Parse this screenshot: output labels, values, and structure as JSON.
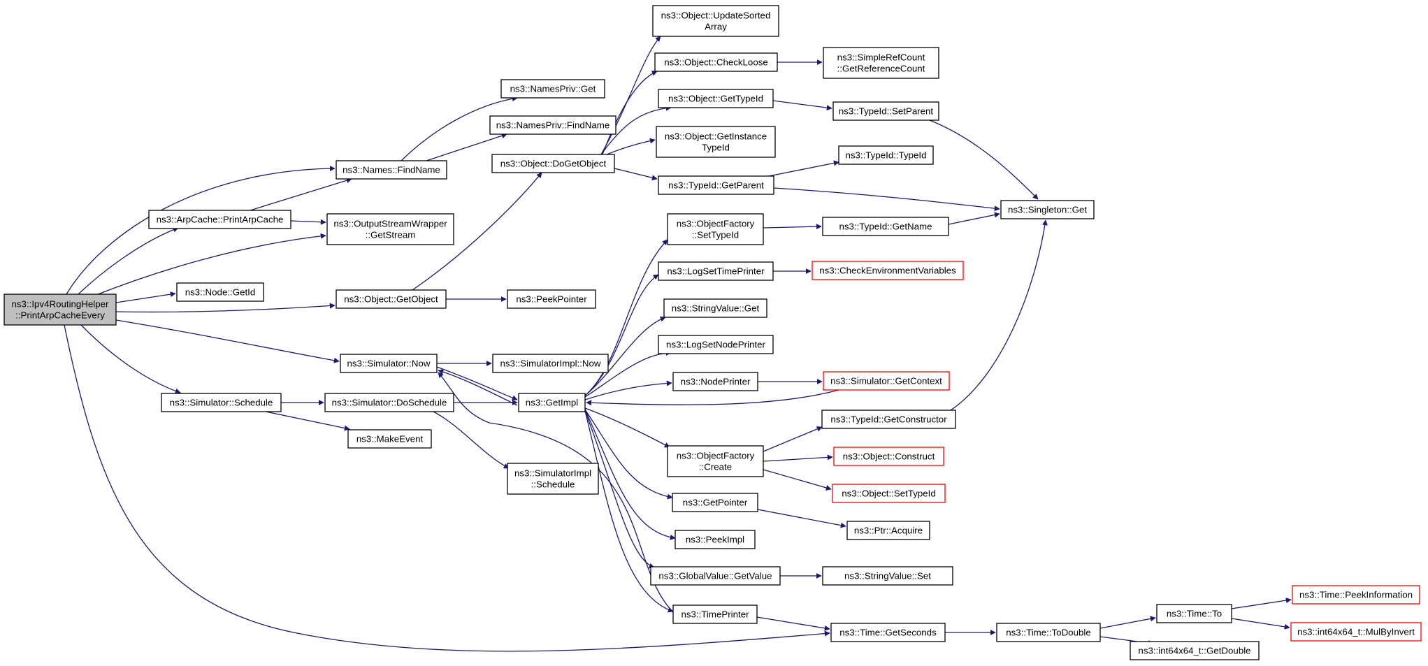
{
  "diagram": {
    "type": "call-graph",
    "colors": {
      "edge": "#191970",
      "box_border": "#000000",
      "truncated_border": "#ff0000",
      "root_fill": "#bfbfbf",
      "background": "#ffffff"
    },
    "nodes": [
      {
        "id": "root",
        "lines": [
          "ns3::Ipv4RoutingHelper",
          "::PrintArpCacheEvery"
        ],
        "root": true
      },
      {
        "id": "namesFind",
        "lines": [
          "ns3::Names::FindName"
        ]
      },
      {
        "id": "arpPrint",
        "lines": [
          "ns3::ArpCache::PrintArpCache"
        ]
      },
      {
        "id": "osw",
        "lines": [
          "ns3::OutputStreamWrapper",
          "::GetStream"
        ]
      },
      {
        "id": "nodeGetId",
        "lines": [
          "ns3::Node::GetId"
        ]
      },
      {
        "id": "objGetObject",
        "lines": [
          "ns3::Object::GetObject"
        ]
      },
      {
        "id": "simNow",
        "lines": [
          "ns3::Simulator::Now"
        ]
      },
      {
        "id": "simSchedule",
        "lines": [
          "ns3::Simulator::Schedule"
        ]
      },
      {
        "id": "simDoSchedule",
        "lines": [
          "ns3::Simulator::DoSchedule"
        ]
      },
      {
        "id": "makeEvent",
        "lines": [
          "ns3::MakeEvent"
        ]
      },
      {
        "id": "simImplSchedule",
        "lines": [
          "ns3::SimulatorImpl",
          "::Schedule"
        ]
      },
      {
        "id": "namesPrivGet",
        "lines": [
          "ns3::NamesPriv::Get"
        ]
      },
      {
        "id": "namesPrivFind",
        "lines": [
          "ns3::NamesPriv::FindName"
        ]
      },
      {
        "id": "doGetObject",
        "lines": [
          "ns3::Object::DoGetObject"
        ]
      },
      {
        "id": "peekPointer",
        "lines": [
          "ns3::PeekPointer"
        ]
      },
      {
        "id": "simImplNow",
        "lines": [
          "ns3::SimulatorImpl::Now"
        ]
      },
      {
        "id": "getImpl",
        "lines": [
          "ns3::GetImpl"
        ]
      },
      {
        "id": "updSorted",
        "lines": [
          "ns3::Object::UpdateSorted",
          "Array"
        ]
      },
      {
        "id": "checkLoose",
        "lines": [
          "ns3::Object::CheckLoose"
        ]
      },
      {
        "id": "objGetTypeId",
        "lines": [
          "ns3::Object::GetTypeId"
        ]
      },
      {
        "id": "getInstTid",
        "lines": [
          "ns3::Object::GetInstance",
          "TypeId"
        ]
      },
      {
        "id": "tidGetParent",
        "lines": [
          "ns3::TypeId::GetParent"
        ]
      },
      {
        "id": "ofSetTid",
        "lines": [
          "ns3::ObjectFactory",
          "::SetTypeId"
        ]
      },
      {
        "id": "logSetTime",
        "lines": [
          "ns3::LogSetTimePrinter"
        ]
      },
      {
        "id": "strValGet",
        "lines": [
          "ns3::StringValue::Get"
        ]
      },
      {
        "id": "logSetNode",
        "lines": [
          "ns3::LogSetNodePrinter"
        ]
      },
      {
        "id": "nodePrinter",
        "lines": [
          "ns3::NodePrinter"
        ]
      },
      {
        "id": "ofCreate",
        "lines": [
          "ns3::ObjectFactory",
          "::Create"
        ]
      },
      {
        "id": "getPointer",
        "lines": [
          "ns3::GetPointer"
        ]
      },
      {
        "id": "peekImpl",
        "lines": [
          "ns3::PeekImpl"
        ]
      },
      {
        "id": "gvGetValue",
        "lines": [
          "ns3::GlobalValue::GetValue"
        ]
      },
      {
        "id": "timePrinter",
        "lines": [
          "ns3::TimePrinter"
        ]
      },
      {
        "id": "src",
        "lines": [
          "ns3::SimpleRefCount",
          "::GetReferenceCount"
        ]
      },
      {
        "id": "tidSetParent",
        "lines": [
          "ns3::TypeId::SetParent"
        ]
      },
      {
        "id": "tidTypeId",
        "lines": [
          "ns3::TypeId::TypeId"
        ]
      },
      {
        "id": "tidGetName",
        "lines": [
          "ns3::TypeId::GetName"
        ]
      },
      {
        "id": "checkEnv",
        "lines": [
          "ns3::CheckEnvironmentVariables"
        ],
        "truncated": true
      },
      {
        "id": "simGetContext",
        "lines": [
          "ns3::Simulator::GetContext"
        ],
        "truncated": true
      },
      {
        "id": "tidGetCtor",
        "lines": [
          "ns3::TypeId::GetConstructor"
        ]
      },
      {
        "id": "objConstruct",
        "lines": [
          "ns3::Object::Construct"
        ],
        "truncated": true
      },
      {
        "id": "objSetTid",
        "lines": [
          "ns3::Object::SetTypeId"
        ],
        "truncated": true
      },
      {
        "id": "ptrAcquire",
        "lines": [
          "ns3::Ptr::Acquire"
        ]
      },
      {
        "id": "strValSet",
        "lines": [
          "ns3::StringValue::Set"
        ]
      },
      {
        "id": "timeGetSeconds",
        "lines": [
          "ns3::Time::GetSeconds"
        ]
      },
      {
        "id": "singletonGet",
        "lines": [
          "ns3::Singleton::Get"
        ]
      },
      {
        "id": "timeToDouble",
        "lines": [
          "ns3::Time::ToDouble"
        ]
      },
      {
        "id": "timeTo",
        "lines": [
          "ns3::Time::To"
        ]
      },
      {
        "id": "i64GetDouble",
        "lines": [
          "ns3::int64x64_t::GetDouble"
        ]
      },
      {
        "id": "timePeek",
        "lines": [
          "ns3::Time::PeekInformation"
        ],
        "truncated": true
      },
      {
        "id": "i64Mul",
        "lines": [
          "ns3::int64x64_t::MulByInvert"
        ],
        "truncated": true
      }
    ]
  }
}
